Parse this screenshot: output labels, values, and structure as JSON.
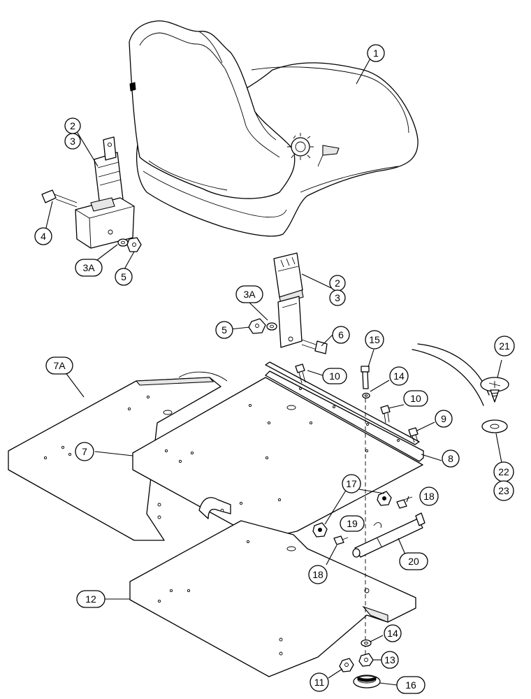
{
  "callouts": {
    "c1": "1",
    "c2a": "2",
    "c3a": "3",
    "c4": "4",
    "c3Aa": "3A",
    "c5a": "5",
    "c2b": "2",
    "c3b": "3",
    "c3Ab": "3A",
    "c5b": "5",
    "c6": "6",
    "c7A": "7A",
    "c7": "7",
    "c10a": "10",
    "c15": "15",
    "c14a": "14",
    "c10b": "10",
    "c9": "9",
    "c8": "8",
    "c21": "21",
    "c22": "22",
    "c23": "23",
    "c17": "17",
    "c18a": "18",
    "c19": "19",
    "c18b": "18",
    "c20": "20",
    "c12": "12",
    "c14b": "14",
    "c13": "13",
    "c11": "11",
    "c16": "16"
  }
}
